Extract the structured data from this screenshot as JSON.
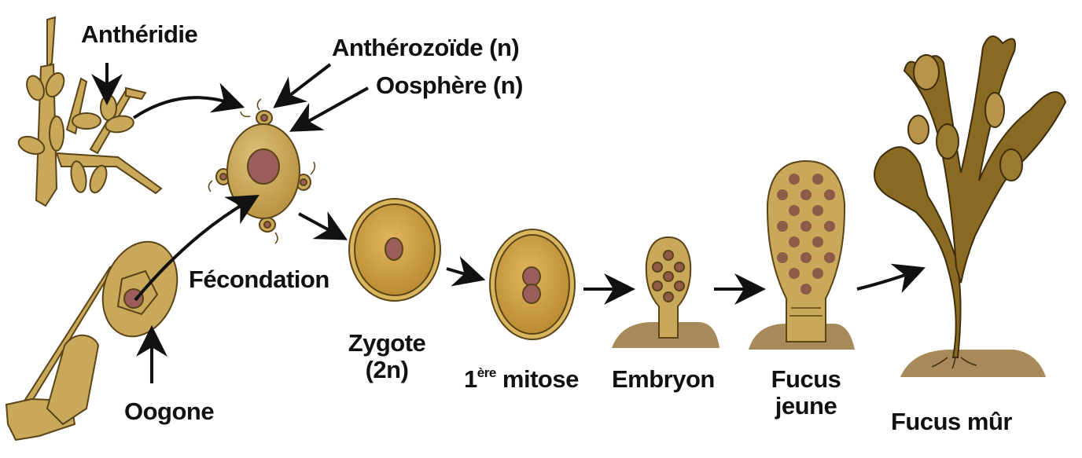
{
  "title": "Cycle de vie du Fucus",
  "labels": {
    "antheridie": "Anthéridie",
    "antherozoide": "Anthérozoïde (n)",
    "oosphere": "Oosphère (n)",
    "fecondation": "Fécondation",
    "oogone": "Oogone",
    "zygote_line1": "Zygote",
    "zygote_line2": "(2n)",
    "mitose_num": "1",
    "mitose_sup": "ère",
    "mitose_text": " mitose",
    "embryon": "Embryon",
    "fucus_jeune_line1": "Fucus",
    "fucus_jeune_line2": "jeune",
    "fucus_mur": "Fucus mûr"
  },
  "colors": {
    "cell_fill": "#c9a85a",
    "cell_stroke": "#5a4418",
    "nucleus": "#9b5e5a",
    "thallus": "#8a6a22",
    "ground": "#a88a5a",
    "arrow": "#111111"
  },
  "stages": [
    "Anthéridie",
    "Oogone",
    "Fécondation",
    "Zygote (2n)",
    "1ère mitose",
    "Embryon",
    "Fucus jeune",
    "Fucus mûr"
  ]
}
